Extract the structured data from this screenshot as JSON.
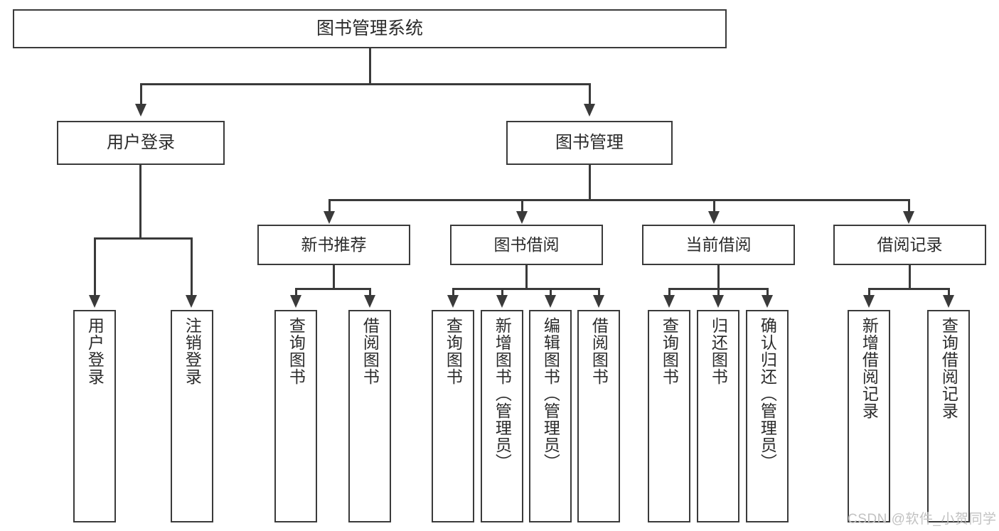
{
  "diagram": {
    "type": "tree-hierarchy-chart",
    "title": "图书管理系统",
    "watermark": "CSDN @软件_小贺同学",
    "colors": {
      "stroke": "#3a3a3a",
      "fill": "#ffffff",
      "text": "#2b2b2b",
      "watermark": "#c2c2c2"
    },
    "root": {
      "label": "图书管理系统"
    },
    "level2": [
      {
        "label": "用户登录"
      },
      {
        "label": "图书管理"
      }
    ],
    "level3": [
      {
        "label": "新书推荐"
      },
      {
        "label": "图书借阅"
      },
      {
        "label": "当前借阅"
      },
      {
        "label": "借阅记录"
      }
    ],
    "leaves": {
      "user_login": [
        {
          "label": "用户登录"
        },
        {
          "label": "注销登录"
        }
      ],
      "new_book_recommend": [
        {
          "label": "查询图书"
        },
        {
          "label": "借阅图书"
        }
      ],
      "book_borrow": [
        {
          "label": "查询图书"
        },
        {
          "label": "新增图书（管理员）"
        },
        {
          "label": "编辑图书（管理员）"
        },
        {
          "label": "借阅图书"
        }
      ],
      "current_borrow": [
        {
          "label": "查询图书"
        },
        {
          "label": "归还图书"
        },
        {
          "label": "确认归还（管理员）"
        }
      ],
      "borrow_record": [
        {
          "label": "新增借阅记录"
        },
        {
          "label": "查询借阅记录"
        }
      ]
    }
  }
}
